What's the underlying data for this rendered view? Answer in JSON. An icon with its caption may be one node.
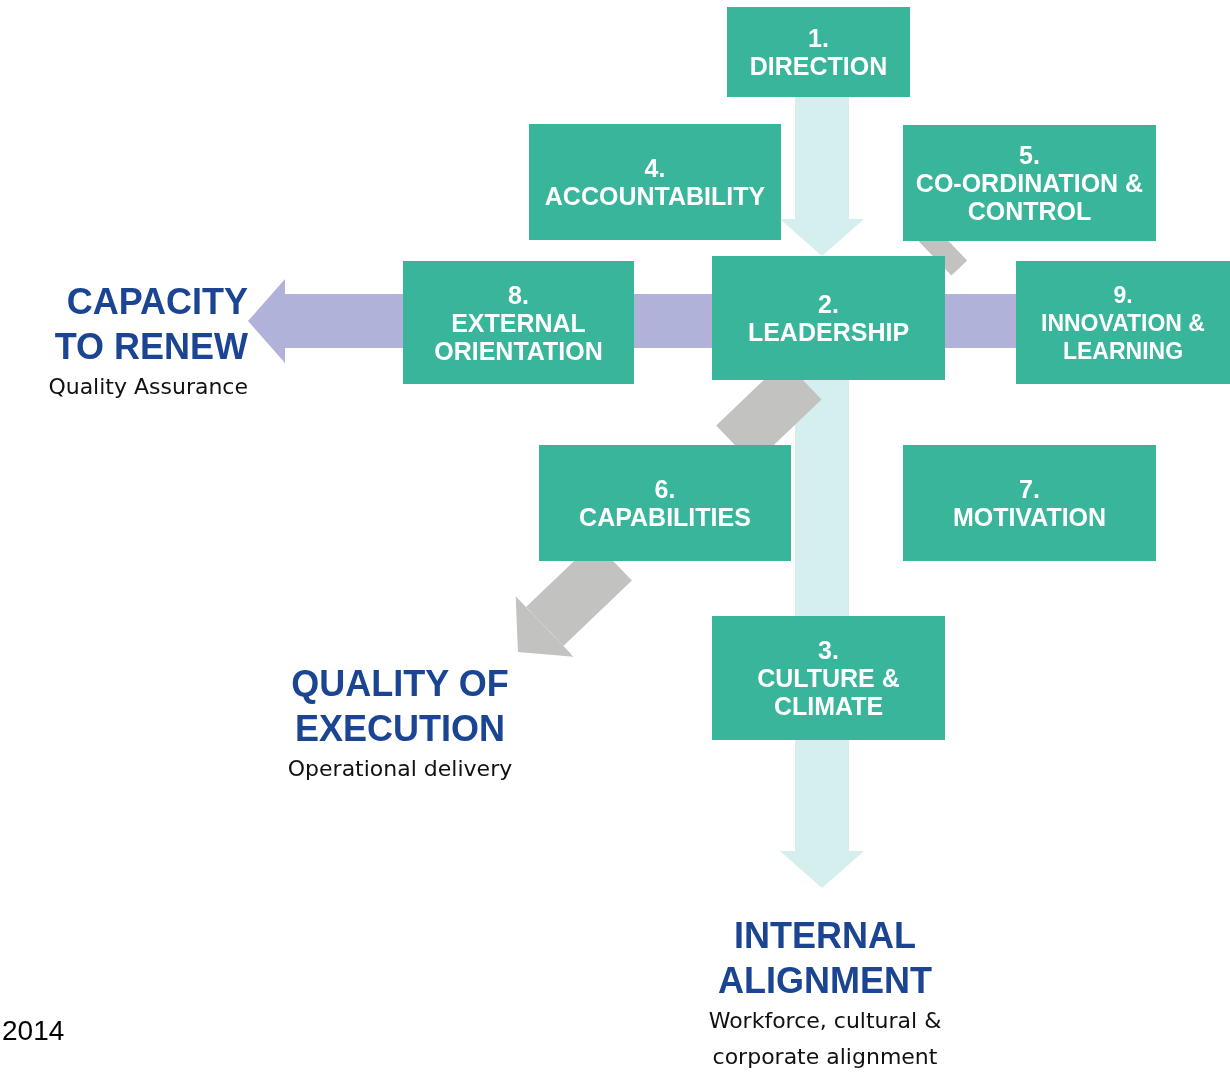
{
  "diagram": {
    "nodes": [
      {
        "text": [
          "1.",
          "DIRECTION"
        ]
      },
      {
        "text": [
          "4.",
          "ACCOUNTABILITY"
        ]
      },
      {
        "text": [
          "5.",
          "CO-ORDINATION & CONTROL"
        ]
      },
      {
        "text": [
          "CAPACITY TO RENEW",
          "Quality Assurance"
        ]
      },
      {
        "text": [
          "8.",
          "EXTERNAL ORIENTATION"
        ]
      },
      {
        "text": [
          "2.",
          "LEADERSHIP"
        ]
      },
      {
        "text": [
          "9.",
          "INNOVATION & LEARNING"
        ]
      },
      {
        "text": [
          "6.",
          "CAPABILITIES"
        ]
      },
      {
        "text": [
          "7.",
          "MOTIVATION"
        ]
      },
      {
        "text": [
          "QUALITY OF EXECUTION",
          "Operational delivery"
        ]
      },
      {
        "text": [
          "3.",
          "CULTURE & CLIMATE"
        ]
      },
      {
        "text": [
          "INTERNAL ALIGNMENT",
          "Workforce, cultural & corporate alignment"
        ]
      }
    ],
    "edges": [
      {
        "from": 0,
        "to": 5,
        "arrow": "to",
        "color": "#d5eeee"
      },
      {
        "from": 5,
        "to": 10,
        "arrow": "none",
        "color": "#d5eeee"
      },
      {
        "from": 10,
        "to": 11,
        "arrow": "to",
        "color": "#d5eeee"
      },
      {
        "from": 6,
        "to": 5,
        "arrow": "none",
        "color": "#b0b2da"
      },
      {
        "from": 5,
        "to": 4,
        "arrow": "none",
        "color": "#b0b2da"
      },
      {
        "from": 4,
        "to": 3,
        "arrow": "to",
        "color": "#b0b2da"
      },
      {
        "from": 2,
        "to": 5,
        "arrow": "none",
        "color": "#c2c2c0"
      },
      {
        "from": 5,
        "to": 7,
        "arrow": "none",
        "color": "#c2c2c0"
      },
      {
        "from": 7,
        "to": 9,
        "arrow": "to",
        "color": "#c2c2c0"
      }
    ],
    "labels": [
      "2014"
    ]
  }
}
